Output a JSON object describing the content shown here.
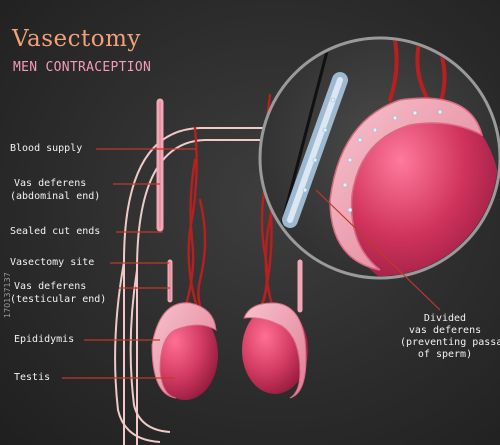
{
  "title": "Vasectomy",
  "subtitle": "MEN CONTRACEPTION",
  "labels": {
    "blood_supply": "Blood supply",
    "vas_deferens_abdominal_1": "Vas deferens",
    "vas_deferens_abdominal_2": "(abdominal end)",
    "sealed_cut_ends": "Sealed cut ends",
    "vasectomy_site": "Vasectomy site",
    "vas_deferens_testicular_1": "Vas deferens",
    "vas_deferens_testicular_2": "(testicular end)",
    "epididymis": "Epididymis",
    "testis": "Testis",
    "divided_1": "Divided",
    "divided_2": "vas deferens",
    "divided_3": "(preventing passage",
    "divided_4": "of sperm)"
  },
  "watermark": "170137137",
  "colors": {
    "title": "#f2a07a",
    "subtitle": "#f29bbd",
    "background": "#2c2c2c",
    "outline": "#f1c9c9",
    "testis": "#c8325a",
    "epididymis": "#f0a0b0",
    "vessel": "#b81f1f",
    "leader_line": "#c0392b"
  },
  "icons": {
    "zoom": "magnifier-lens"
  }
}
